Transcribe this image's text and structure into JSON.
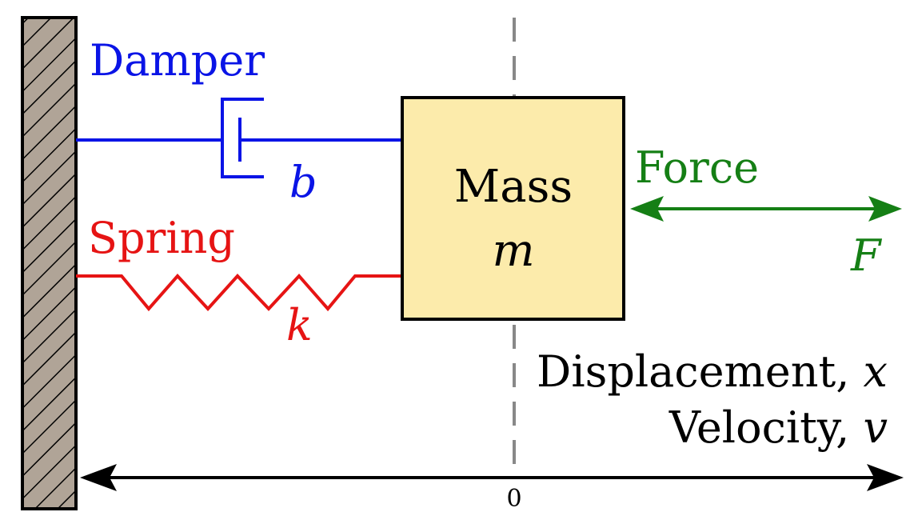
{
  "damper": {
    "title": "Damper",
    "symbol": "b",
    "color": "#0a14e6"
  },
  "spring": {
    "title": "Spring",
    "symbol": "k",
    "color": "#e61414"
  },
  "mass": {
    "title": "Mass",
    "symbol": "m",
    "fill": "#fcebab"
  },
  "force": {
    "title": "Force",
    "symbol": "F",
    "color": "#157f15"
  },
  "motion": {
    "displacement_label": "Displacement, ",
    "displacement_symbol": "x",
    "velocity_label": "Velocity, ",
    "velocity_symbol": "v"
  },
  "axis": {
    "origin_label": "0"
  },
  "wall": {
    "fill": "#b0a497"
  }
}
